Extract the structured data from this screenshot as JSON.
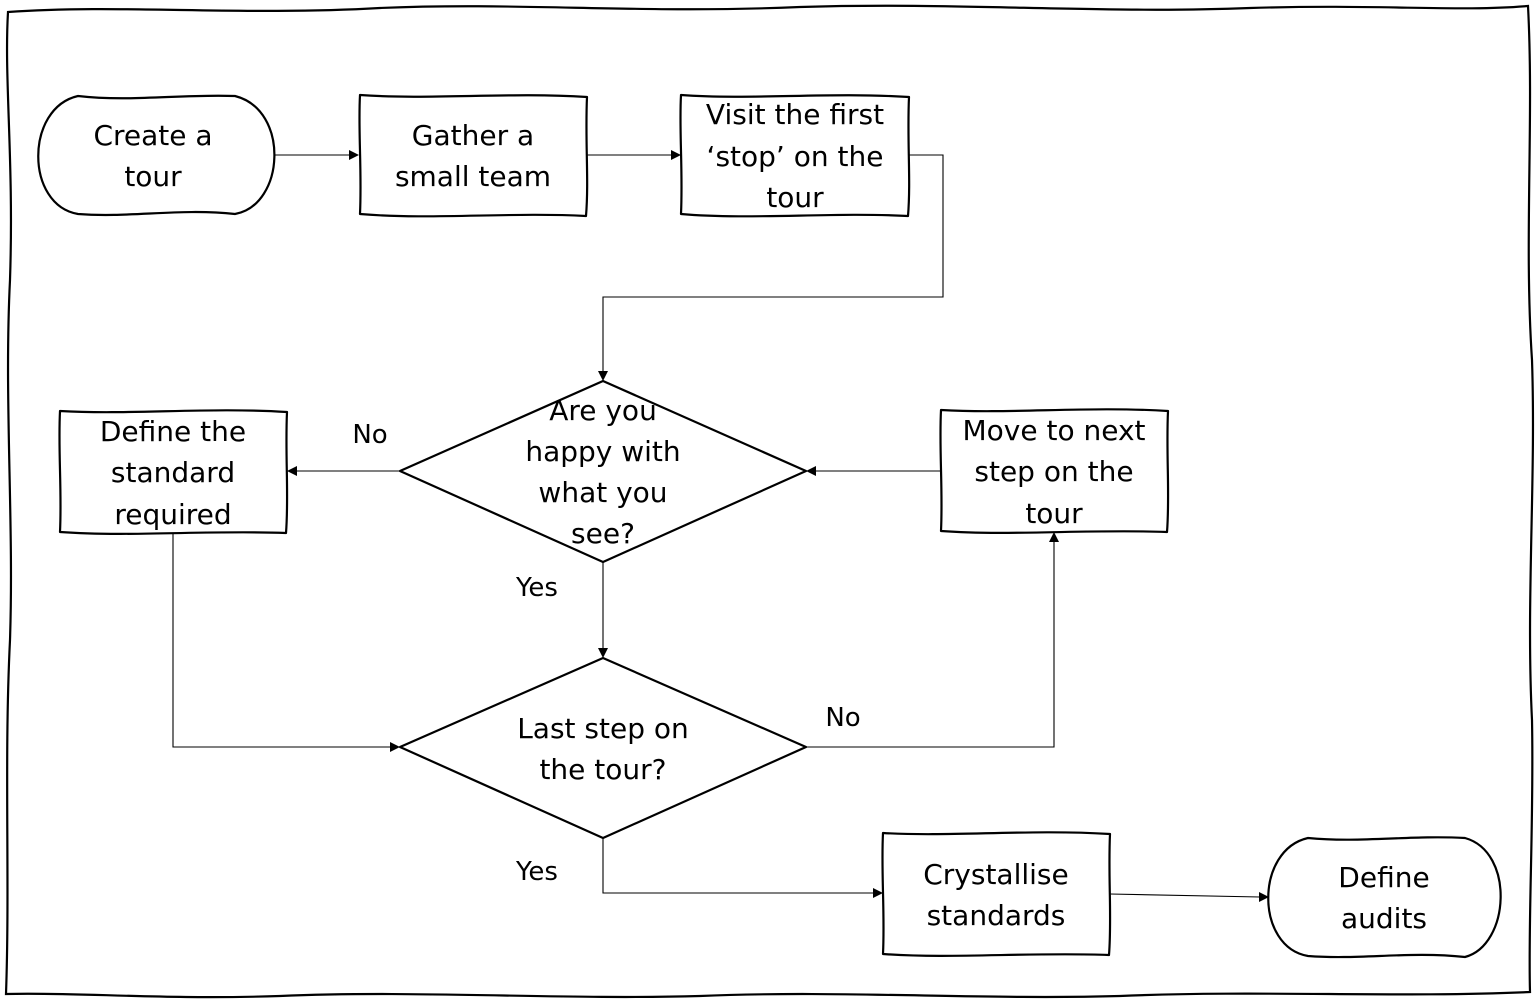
{
  "nodes": {
    "create_tour": [
      "Create a",
      "tour"
    ],
    "gather_team": [
      "Gather a",
      "small team"
    ],
    "visit_first": [
      "Visit the first",
      "‘stop’ on the",
      "tour"
    ],
    "happy_decision": [
      "Are you",
      "happy with",
      "what you",
      "see?"
    ],
    "define_standard": [
      "Define the",
      "standard",
      "required"
    ],
    "move_next": [
      "Move to next",
      "step on the",
      "tour"
    ],
    "last_step_decision": [
      "Last step on",
      "the tour?"
    ],
    "crystallise": [
      "Crystallise",
      "standards"
    ],
    "define_audits": [
      "Define",
      "audits"
    ]
  },
  "edge_labels": {
    "happy_no": "No",
    "happy_yes": "Yes",
    "last_no": "No",
    "last_yes": "Yes"
  },
  "colors": {
    "line": "#000000",
    "fill": "#ffffff"
  }
}
